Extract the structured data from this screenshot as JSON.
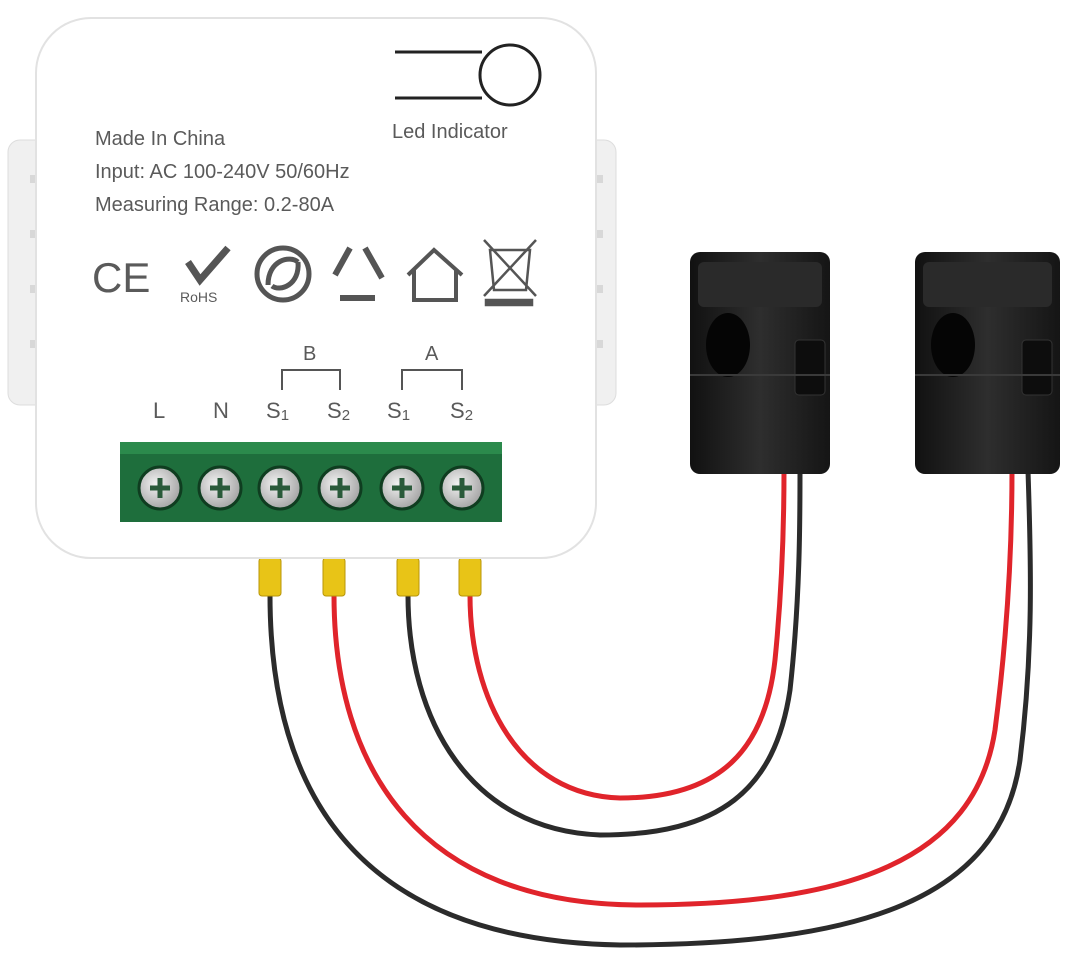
{
  "device": {
    "led_label": "Led Indicator",
    "lines": [
      "Made In China",
      "Input: AC 100-240V 50/60Hz",
      "Measuring Range: 0.2-80A"
    ],
    "certifications": {
      "ce": "CE",
      "rohs": "RoHS"
    },
    "group_labels": {
      "b": "B",
      "a": "A"
    },
    "terminals": [
      {
        "main": "L",
        "sub": ""
      },
      {
        "main": "N",
        "sub": ""
      },
      {
        "main": "S",
        "sub": "1"
      },
      {
        "main": "S",
        "sub": "2"
      },
      {
        "main": "S",
        "sub": "1"
      },
      {
        "main": "S",
        "sub": "2"
      }
    ]
  },
  "colors": {
    "body": "#ffffff",
    "terminal_block": "#1e6e3c",
    "ferrule": "#e8c417",
    "wire_red": "#e0242b",
    "wire_black": "#2b2b2b",
    "clamp": "#1c1c1c"
  }
}
